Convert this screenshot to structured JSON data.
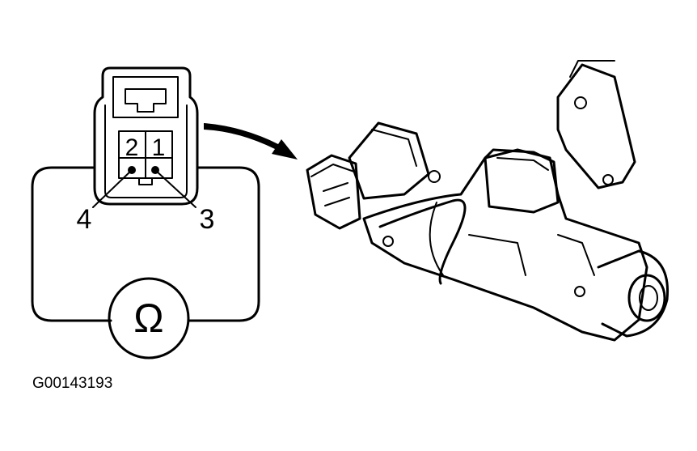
{
  "diagram": {
    "connector_pin_labels": [
      "2",
      "1"
    ],
    "terminal_labels": [
      "4",
      "3"
    ],
    "meter_symbol": "Ω",
    "figure_code": "G00143193"
  }
}
